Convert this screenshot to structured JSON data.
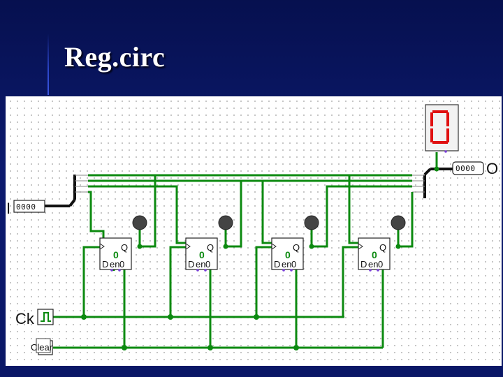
{
  "slide": {
    "title": "Reg.circ"
  },
  "circuit": {
    "input_pin": {
      "label": "I",
      "value": "0000"
    },
    "output_pin": {
      "label": "O",
      "value": "0000"
    },
    "clock": {
      "label": "Ck"
    },
    "clear": {
      "label": "Clear"
    },
    "display_digit": "0",
    "flipflops": [
      {
        "label_q": "Q",
        "label_d": "D",
        "label_en": "en",
        "value": "0",
        "state": "0"
      },
      {
        "label_q": "Q",
        "label_d": "D",
        "label_en": "en",
        "value": "0",
        "state": "0"
      },
      {
        "label_q": "Q",
        "label_d": "D",
        "label_en": "en",
        "value": "0",
        "state": "0"
      },
      {
        "label_q": "Q",
        "label_d": "D",
        "label_en": "en",
        "value": "0",
        "state": "0"
      }
    ],
    "colors": {
      "wire": "#0c8a10",
      "bus": "#111111",
      "segment": "#e01010",
      "background": "#0c1a6e"
    }
  }
}
